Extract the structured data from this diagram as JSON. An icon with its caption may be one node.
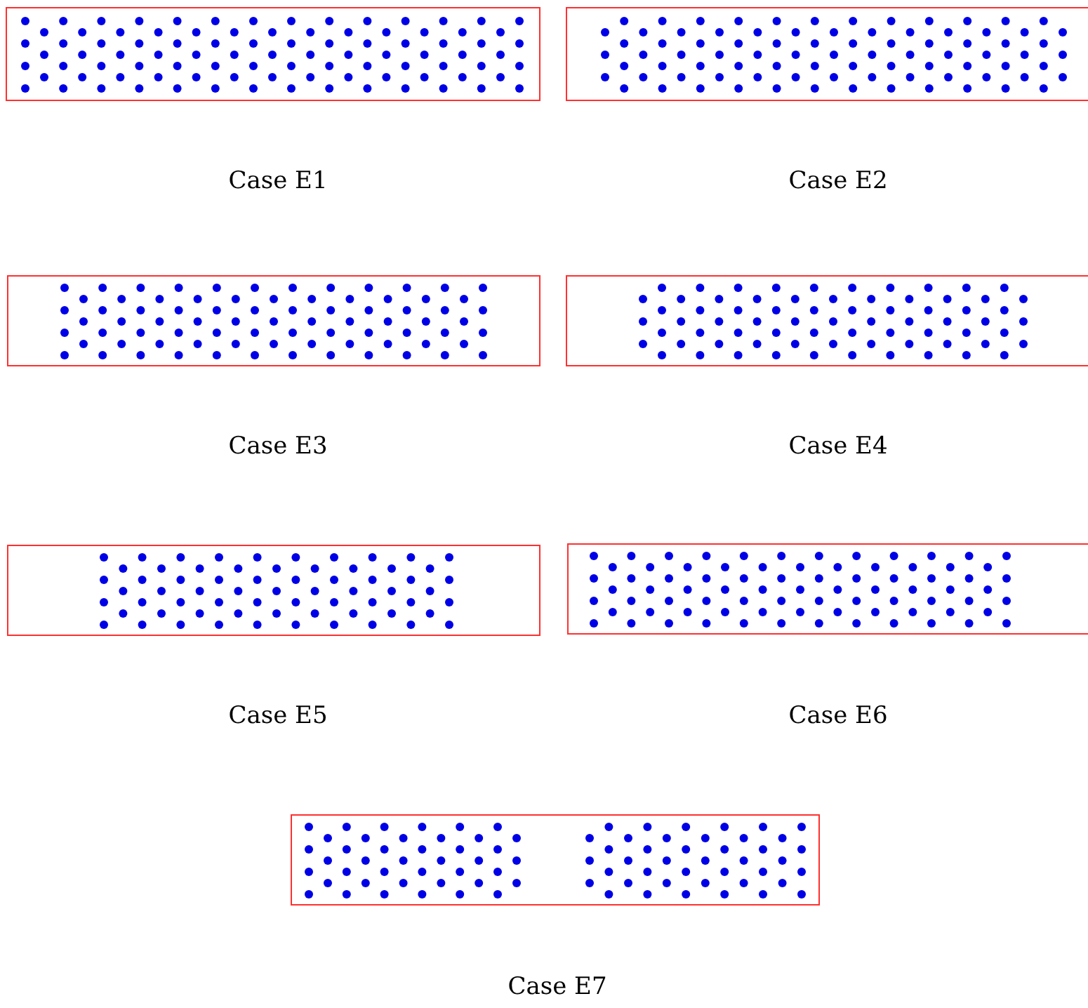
{
  "diagram": {
    "nodes": [
      {
        "text": [],
        "shape": "box",
        "beside": [
          "Case E1"
        ]
      },
      {
        "text": [],
        "shape": "box",
        "beside": [
          "Case E2"
        ]
      },
      {
        "text": [],
        "shape": "box",
        "beside": [
          "Case E3"
        ]
      },
      {
        "text": [],
        "shape": "box",
        "beside": [
          "Case E4"
        ]
      },
      {
        "text": [],
        "shape": "box",
        "beside": [
          "Case E5"
        ]
      },
      {
        "text": [],
        "shape": "box",
        "beside": [
          "Case E6"
        ]
      },
      {
        "text": [],
        "shape": "box",
        "beside": [
          "Case E7"
        ]
      }
    ]
  }
}
